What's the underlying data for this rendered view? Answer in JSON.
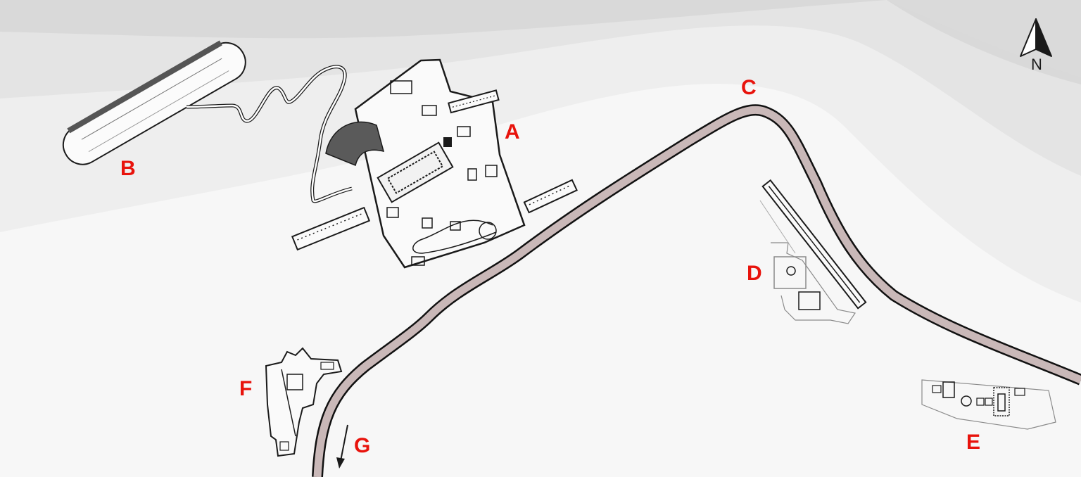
{
  "map": {
    "colors": {
      "terrain_dark": "#d9d9d9",
      "terrain_mid": "#e4e4e4",
      "terrain_light": "#eeeeee",
      "terrain_base": "#f7f7f7",
      "road_fill": "#c9b8b8",
      "road_edge": "#111111",
      "label": "#e8130c",
      "outline": "#1a1a1a",
      "faint_outline": "#8a8a8a"
    },
    "north_arrow": {
      "label": "N",
      "icon": "north-arrow-icon"
    },
    "site_labels": {
      "A": "A",
      "B": "B",
      "C": "C",
      "D": "D",
      "E": "E",
      "F": "F",
      "G": "G"
    }
  }
}
